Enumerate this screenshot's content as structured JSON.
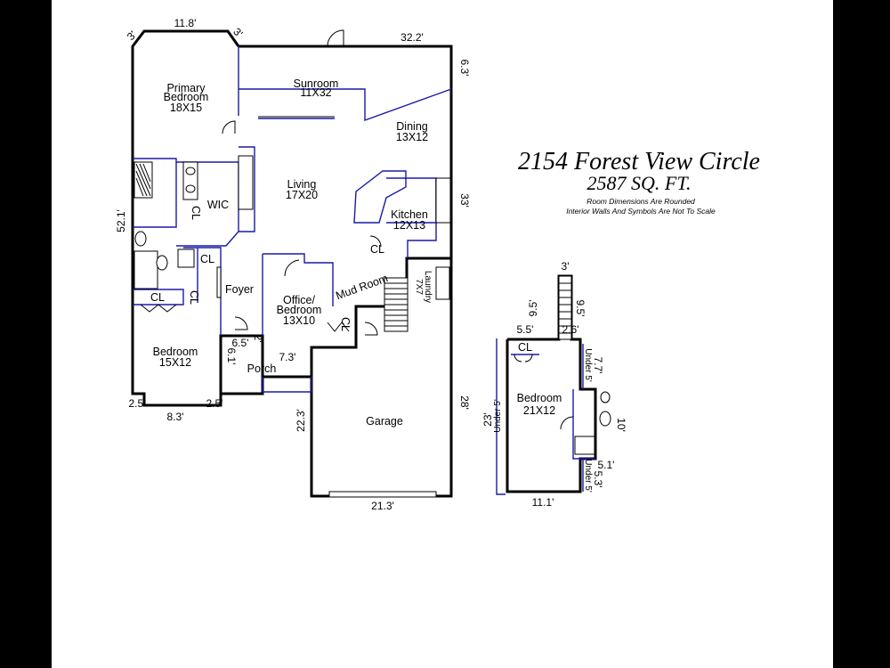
{
  "title": {
    "address": "2154 Forest View Circle",
    "area": "2587 SQ. FT.",
    "note1": "Room Dimensions Are Rounded",
    "note2": "Interior Walls And Symbols Are Not To Scale"
  },
  "rooms": {
    "primary_name": "Primary",
    "primary_name2": "Bedroom",
    "primary_size": "18X15",
    "sunroom_name": "Sunroom",
    "sunroom_size": "11X32",
    "dining_name": "Dining",
    "dining_size": "13X12",
    "living_name": "Living",
    "living_size": "17X20",
    "wic": "WIC",
    "kitchen_name": "Kitchen",
    "kitchen_size": "12X13",
    "foyer": "Foyer",
    "office_name": "Office/",
    "office_name2": "Bedroom",
    "office_size": "13X10",
    "mudroom": "Mud Room",
    "laundry_name": "Laundry",
    "laundry_size": "7X7",
    "bedroom_name": "Bedroom",
    "bedroom_size": "15X12",
    "porch": "Porch",
    "garage": "Garage",
    "closet": "CL",
    "upper_bedroom_name": "Bedroom",
    "upper_bedroom_size": "21X12",
    "under5": "Under 5'"
  },
  "dims": {
    "d1": "11.8'",
    "d2": "3'",
    "d3": "3'",
    "d4": "32.2'",
    "d5": "6.3'",
    "d6": "33'",
    "d7": "52.1'",
    "d8": "28'",
    "d9": "21.3'",
    "d10": "22.3'",
    "d11": "7.3'",
    "d12": "6.5'",
    "d13": "2'",
    "d14": "6.1'",
    "d15": "2.5'",
    "d16": "8.3'",
    "d17": "2.5'",
    "u1": "3'",
    "u2": "9.5'",
    "u3": "9.5'",
    "u4": "5.5'",
    "u5": "2.6'",
    "u6": "7.7'",
    "u7": "23'",
    "u8": "10'",
    "u9": "5.1'",
    "u10": "5.3'",
    "u11": "11.1'"
  }
}
